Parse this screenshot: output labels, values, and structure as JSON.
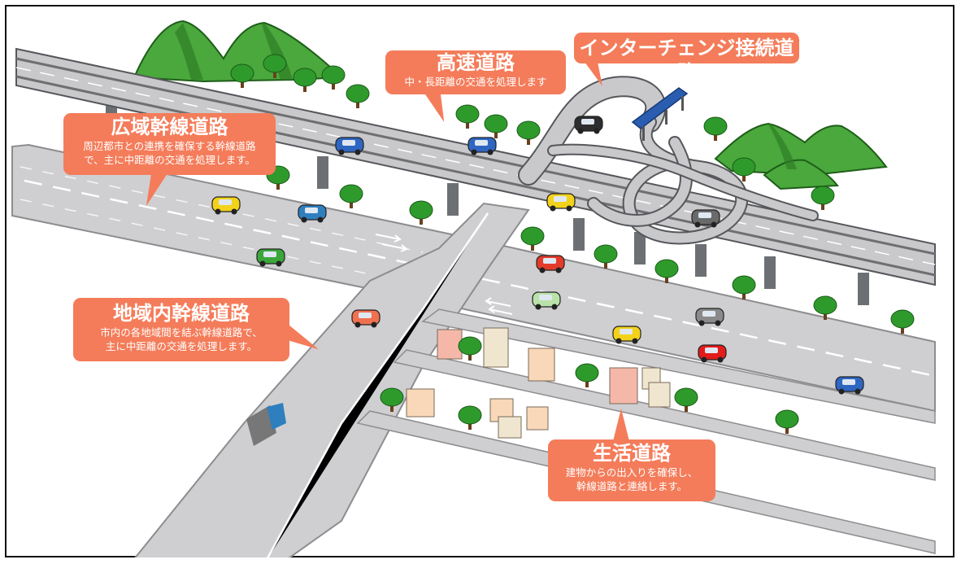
{
  "labels": {
    "highway": {
      "title": "高速道路",
      "desc": [
        "中・長距離の交通を処理します"
      ]
    },
    "interchange": {
      "title": "インターチェンジ接続道路"
    },
    "wide_area_trunk": {
      "title": "広域幹線道路",
      "desc": [
        "周辺都市との連携を確保する幹線道路",
        "で、主に中距離の交通を処理します。"
      ]
    },
    "local_trunk": {
      "title": "地域内幹線道路",
      "desc": [
        "市内の各地域間を結ぶ幹線道路で、",
        "主に中距離の交通を処理します。"
      ]
    },
    "living_road": {
      "title": "生活道路",
      "desc": [
        "建物からの出入りを確保し、",
        "幹線道路と連絡します。"
      ]
    }
  },
  "colors": {
    "callout": "#f47c5a",
    "road": "#cfcfd2",
    "road_edge": "#8d8d90",
    "highway_deck": "#c9c9cc",
    "highway_rail": "#6f6f72",
    "pillar": "#6c7075",
    "tree": "#2f9a2c",
    "mountain": "#3f9a34",
    "toll_gate": "#2a5db0"
  }
}
